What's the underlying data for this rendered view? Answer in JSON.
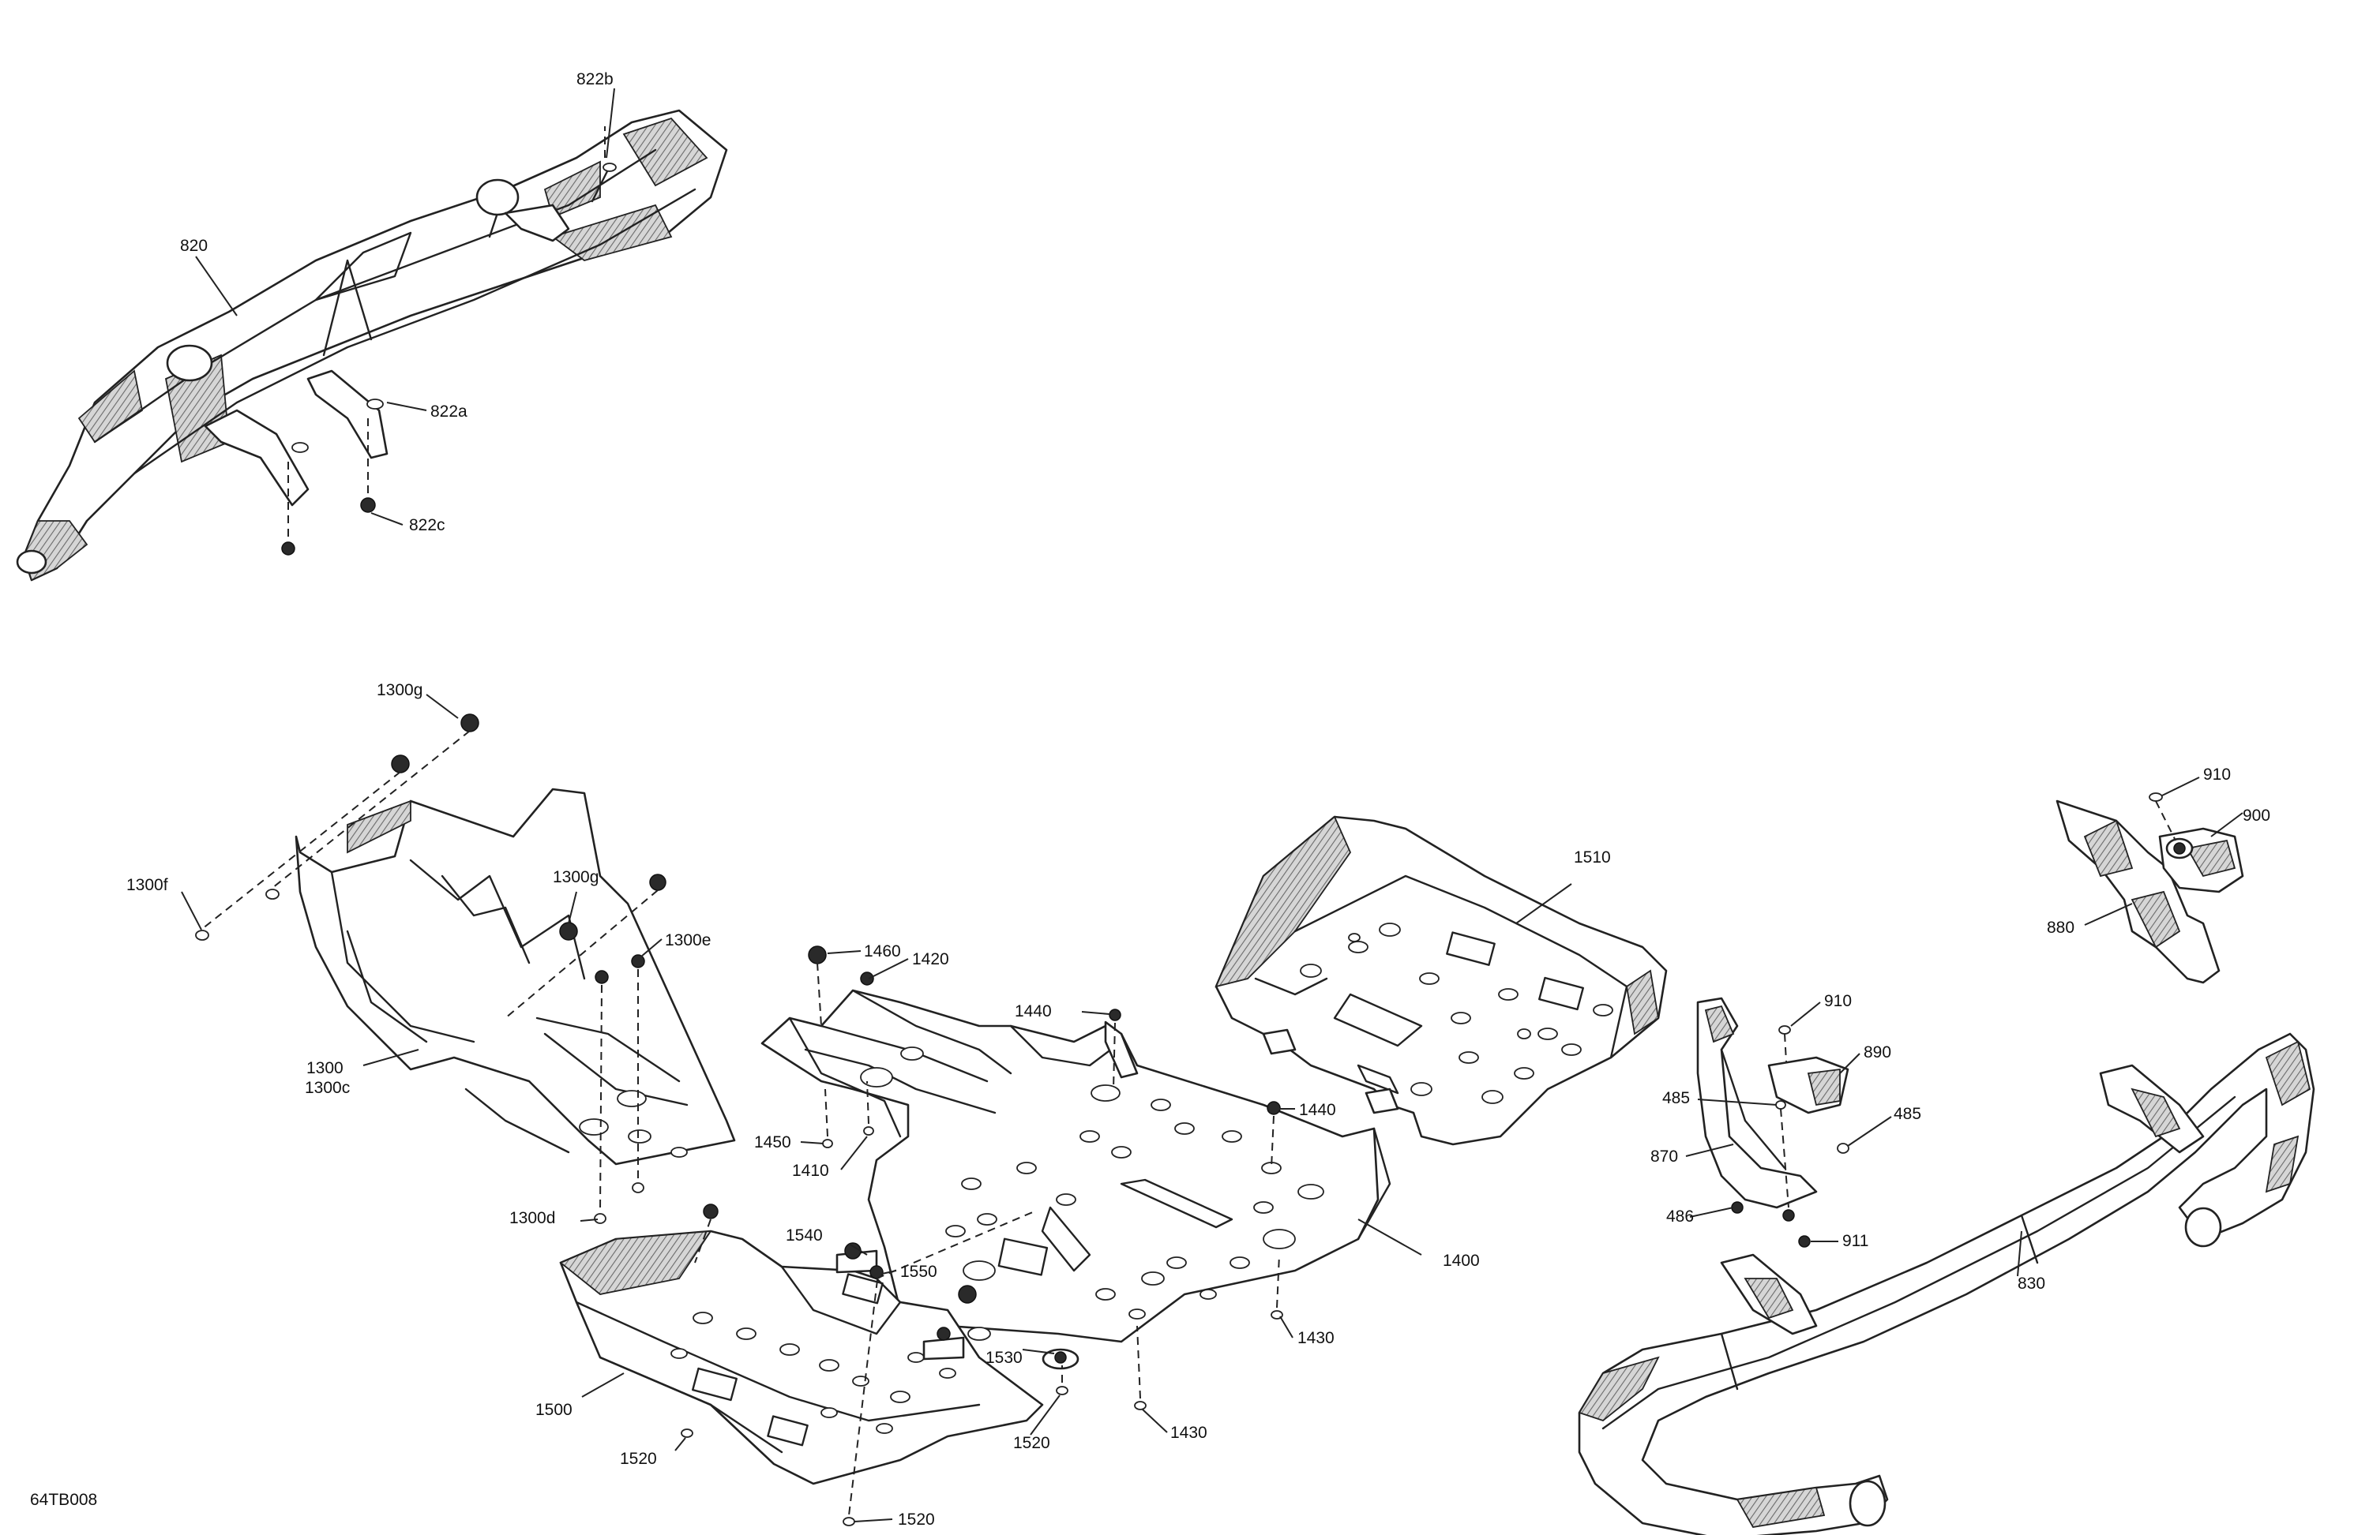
{
  "diagram": {
    "reference_code": "64TB008",
    "callouts": {
      "c822b": "822b",
      "c820": "820",
      "c822a": "822a",
      "c822c": "822c",
      "c1300g_top": "1300g",
      "c1300f": "1300f",
      "c1300g_mid": "1300g",
      "c1300e": "1300e",
      "c1300": "1300",
      "c1300c": "1300c",
      "c1300d": "1300d",
      "c1460": "1460",
      "c1420": "1420",
      "c1440_top": "1440",
      "c1440_mid": "1440",
      "c1450": "1450",
      "c1410": "1410",
      "c1400": "1400",
      "c1430_right": "1430",
      "c1430_bottom": "1430",
      "c1510": "1510",
      "c1540": "1540",
      "c1550": "1550",
      "c1530": "1530",
      "c1500": "1500",
      "c1520_mid": "1520",
      "c1520_left": "1520",
      "c1520_bottom": "1520",
      "c910_top": "910",
      "c900": "900",
      "c880": "880",
      "c910_mid": "910",
      "c890": "890",
      "c485_left": "485",
      "c485_right": "485",
      "c870": "870",
      "c486": "486",
      "c911": "911",
      "c830": "830"
    }
  }
}
